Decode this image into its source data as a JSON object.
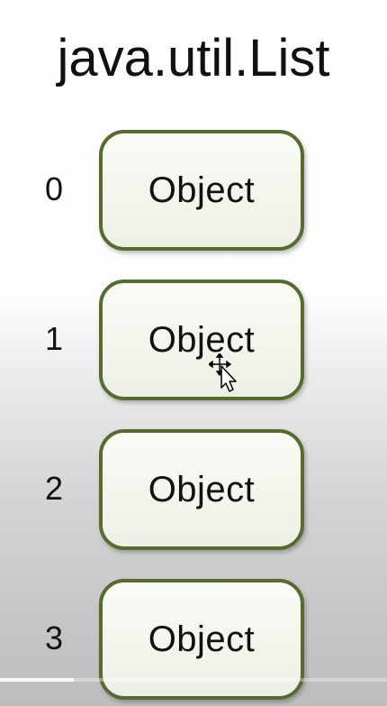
{
  "title": "java.util.List",
  "items": [
    {
      "index": "0",
      "label": "Object"
    },
    {
      "index": "1",
      "label": "Object"
    },
    {
      "index": "2",
      "label": "Object"
    },
    {
      "index": "3",
      "label": "Object"
    }
  ],
  "colors": {
    "box_border": "#556b2f",
    "text": "#111111"
  },
  "video": {
    "progress_fraction": 0.19
  }
}
